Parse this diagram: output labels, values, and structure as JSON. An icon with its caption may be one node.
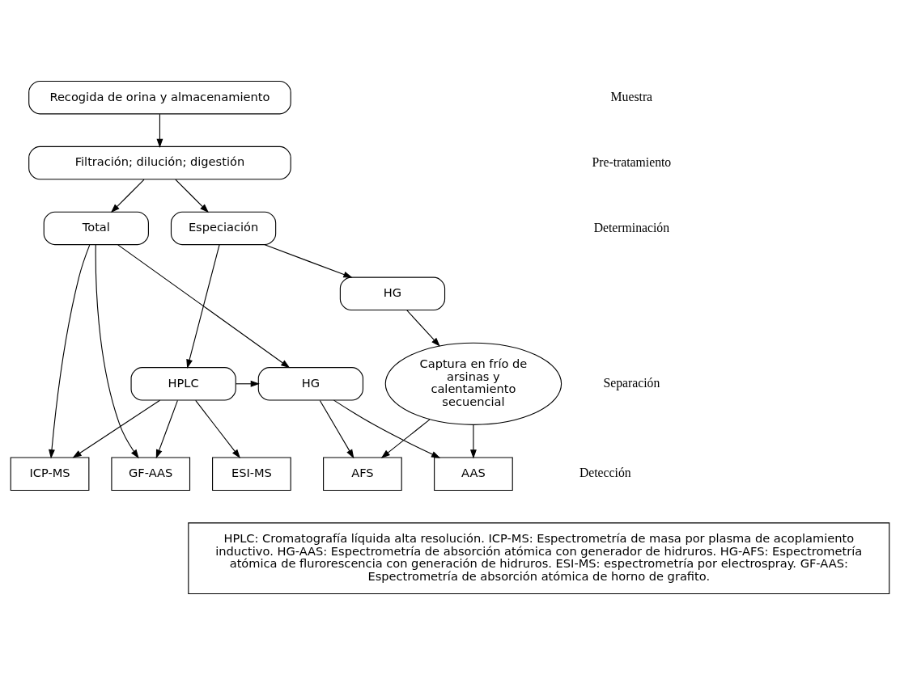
{
  "diagram": {
    "nodes": [
      {
        "text": [
          "Recogida de orina y almacenamiento"
        ]
      },
      {
        "text": [
          "Filtración; dilución; digestión"
        ]
      },
      {
        "text": [
          "Especiación"
        ]
      },
      {
        "text": [
          "Total"
        ]
      },
      {
        "text": [
          "HG"
        ]
      },
      {
        "text": [
          "HPLC"
        ]
      },
      {
        "text": [
          "HG"
        ]
      },
      {
        "text": [
          "Captura en frío de arsinas y calentamiento secuencial"
        ]
      },
      {
        "text": [
          "ICP-MS"
        ]
      },
      {
        "text": [
          "GF-AAS"
        ]
      },
      {
        "text": [
          "ESI-MS"
        ]
      },
      {
        "text": [
          "AFS"
        ]
      },
      {
        "text": [
          "AAS"
        ]
      },
      {
        "text": [
          "HPLC: Cromatografía líquida alta resolución. ICP-MS: Espectrometría de masa por plasma de acoplamiento inductivo. HG-AAS: Espectrometría de absorción atómica con generador de hidruros. HG-AFS: Espectrometría atómica de flurorescencia con generación de hidruros. ESI-MS: espectrometría por electrospray. GF-AAS: Espectrometría de absorción atómica de horno de grafito."
        ]
      }
    ],
    "edges": [
      {
        "from": 0,
        "to": 1,
        "arrow": "to"
      },
      {
        "from": 1,
        "to": 2,
        "arrow": "to"
      },
      {
        "from": 1,
        "to": 3,
        "arrow": "to"
      },
      {
        "from": 2,
        "to": 5,
        "arrow": "to"
      },
      {
        "from": 2,
        "to": 4,
        "arrow": "to"
      },
      {
        "from": 3,
        "to": 6,
        "arrow": "to"
      },
      {
        "from": 3,
        "to": 8,
        "arrow": "to"
      },
      {
        "from": 3,
        "to": 9,
        "arrow": "to"
      },
      {
        "from": 4,
        "to": 7,
        "arrow": "to"
      },
      {
        "from": 5,
        "to": 6,
        "arrow": "to"
      },
      {
        "from": 5,
        "to": 8,
        "arrow": "to"
      },
      {
        "from": 5,
        "to": 9,
        "arrow": "to"
      },
      {
        "from": 5,
        "to": 10,
        "arrow": "to"
      },
      {
        "from": 6,
        "to": 11,
        "arrow": "to"
      },
      {
        "from": 6,
        "to": 12,
        "arrow": "to"
      },
      {
        "from": 7,
        "to": 11,
        "arrow": "to"
      },
      {
        "from": 7,
        "to": 12,
        "arrow": "to"
      }
    ],
    "labels": [
      "Muestra",
      "Pre-tratamiento",
      "Determinación",
      "Separación",
      "Detección"
    ]
  }
}
